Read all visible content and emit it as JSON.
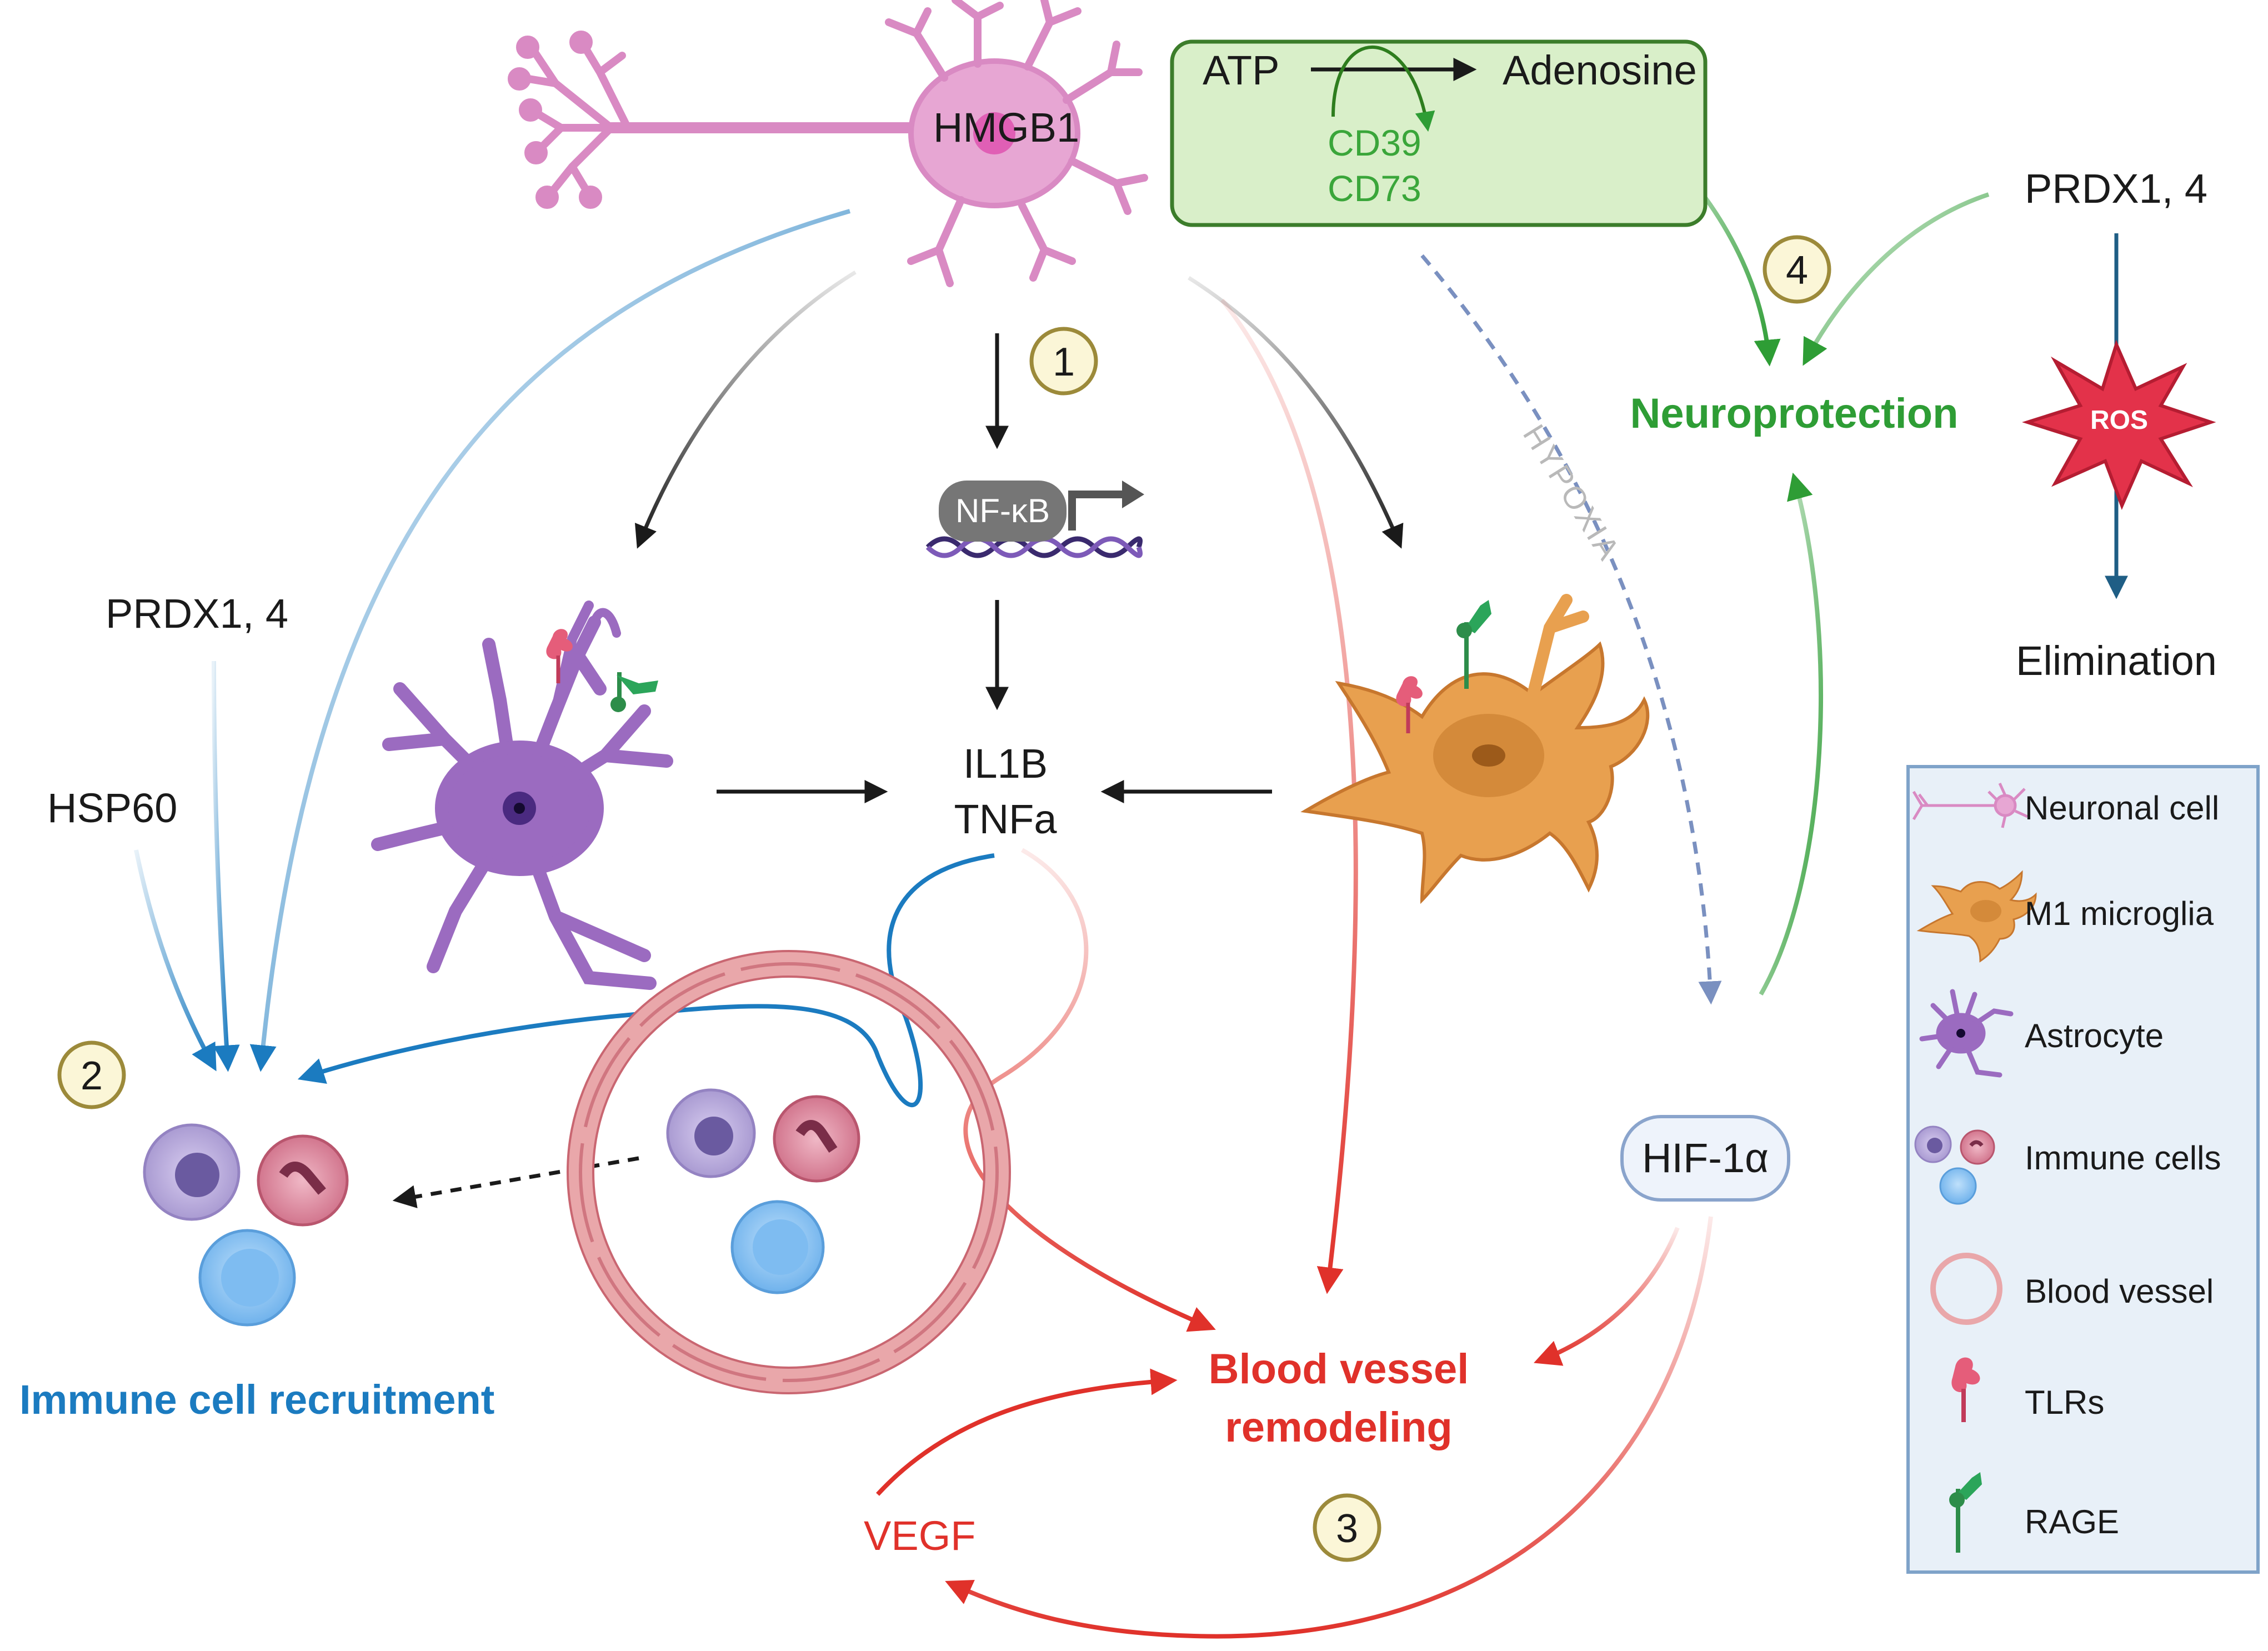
{
  "labels": {
    "hmgb1": "HMGB1",
    "atp": "ATP",
    "adenosine": "Adenosine",
    "cd39": "CD39",
    "cd73": "CD73",
    "prdx_right": "PRDX1, 4",
    "prdx_left": "PRDX1, 4",
    "hsp60": "HSP60",
    "nfkb": "NF-κB",
    "il1b": "IL1B",
    "tnfa": "TNFa",
    "hypoxia": "HYPOXIA",
    "hif": "HIF-1α",
    "vegf": "VEGF",
    "ros": "ROS",
    "elimination": "Elimination",
    "neuroprotection": "Neuroprotection",
    "immune_recruitment": "Immune cell recruitment",
    "bv_remodeling_1": "Blood vessel",
    "bv_remodeling_2": "remodeling"
  },
  "steps": [
    "1",
    "2",
    "3",
    "4"
  ],
  "legend": {
    "items": [
      {
        "label": "Neuronal cell",
        "icon": "neuron-icon"
      },
      {
        "label": "M1 microglia",
        "icon": "microglia-icon"
      },
      {
        "label": "Astrocyte",
        "icon": "astrocyte-icon"
      },
      {
        "label": "Immune cells",
        "icon": "immune-cells-icon"
      },
      {
        "label": "Blood vessel",
        "icon": "blood-vessel-icon"
      },
      {
        "label": "TLRs",
        "icon": "tlr-icon"
      },
      {
        "label": "RAGE",
        "icon": "rage-icon"
      }
    ]
  },
  "colors": {
    "black": "#1a1a1a",
    "blue": "#1b7bc0",
    "red": "#e0312a",
    "green": "#2e9d35",
    "neuron": "#d98ac3",
    "astrocyte": "#9b6bc0",
    "microglia": "#e8a04f",
    "vessel": "#e9a7aa",
    "legend_bg": "#e8f0f8",
    "step_fill": "#fbf6d7",
    "step_border": "#9c8a3a"
  }
}
